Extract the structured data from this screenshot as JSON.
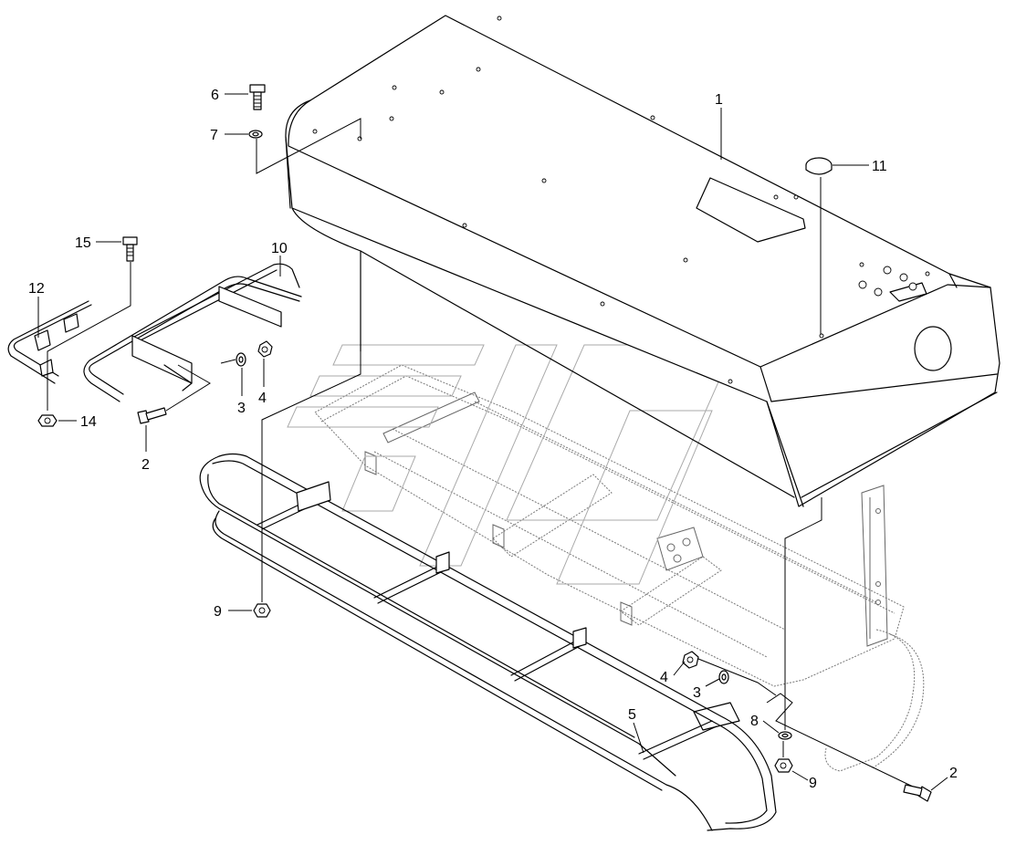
{
  "diagram": {
    "callouts": [
      {
        "id": "c1",
        "label": "1"
      },
      {
        "id": "c2a",
        "label": "2"
      },
      {
        "id": "c2b",
        "label": "2"
      },
      {
        "id": "c3a",
        "label": "3"
      },
      {
        "id": "c3b",
        "label": "3"
      },
      {
        "id": "c4a",
        "label": "4"
      },
      {
        "id": "c4b",
        "label": "4"
      },
      {
        "id": "c5",
        "label": "5"
      },
      {
        "id": "c6",
        "label": "6"
      },
      {
        "id": "c7",
        "label": "7"
      },
      {
        "id": "c8",
        "label": "8"
      },
      {
        "id": "c9a",
        "label": "9"
      },
      {
        "id": "c9b",
        "label": "9"
      },
      {
        "id": "c10",
        "label": "10"
      },
      {
        "id": "c11",
        "label": "11"
      },
      {
        "id": "c12",
        "label": "12"
      },
      {
        "id": "c14",
        "label": "14"
      },
      {
        "id": "c15",
        "label": "15"
      }
    ]
  }
}
